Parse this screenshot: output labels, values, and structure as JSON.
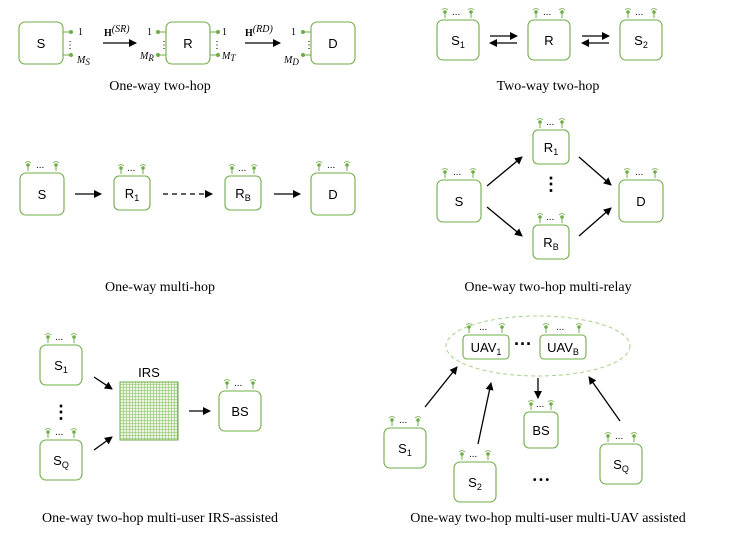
{
  "panels": {
    "p1": {
      "caption": "One-way two-hop",
      "nodes": {
        "source": "S",
        "relay": "R",
        "destination": "D"
      },
      "channel_sr": "(SR)",
      "channel_rd": "(RD)",
      "channel_symbol": "H",
      "antenna_first": "1",
      "antenna_ms_main": "M",
      "antenna_ms_sub": "S",
      "antenna_mr_main": "M",
      "antenna_mr_sub": "R",
      "antenna_mt_main": "M",
      "antenna_mt_sub": "T",
      "antenna_md_main": "M",
      "antenna_md_sub": "D"
    },
    "p2": {
      "caption": "Two-way two-hop",
      "nodes": {
        "s1_main": "S",
        "s1_sub": "1",
        "relay": "R",
        "s2_main": "S",
        "s2_sub": "2"
      }
    },
    "p3": {
      "caption": "One-way multi-hop",
      "nodes": {
        "source": "S",
        "r1_main": "R",
        "r1_sub": "1",
        "rb_main": "R",
        "rb_sub": "B",
        "destination": "D"
      }
    },
    "p4": {
      "caption": "One-way two-hop multi-relay",
      "nodes": {
        "source": "S",
        "r1_main": "R",
        "r1_sub": "1",
        "rb_main": "R",
        "rb_sub": "B",
        "destination": "D"
      }
    },
    "p5": {
      "caption": "One-way two-hop multi-user IRS-assisted",
      "nodes": {
        "s1_main": "S",
        "s1_sub": "1",
        "sq_main": "S",
        "sq_sub": "Q",
        "irs": "IRS",
        "bs": "BS"
      }
    },
    "p6": {
      "caption": "One-way two-hop multi-user multi-UAV assisted",
      "nodes": {
        "uav1_main": "UAV",
        "uav1_sub": "1",
        "uavb_main": "UAV",
        "uavb_sub": "B",
        "bs": "BS",
        "s1_main": "S",
        "s1_sub": "1",
        "s2_main": "S",
        "s2_sub": "2",
        "sq_main": "S",
        "sq_sub": "Q"
      }
    }
  },
  "symbols": {
    "ellipsis": "...",
    "vertical_ellipsis": "⋮",
    "bullet_ellipsis": "• • •"
  },
  "colors": {
    "node_border": "#70ad47",
    "antenna": "#70ad47",
    "irs_grid": "#70ad47",
    "arrow": "#000000"
  }
}
